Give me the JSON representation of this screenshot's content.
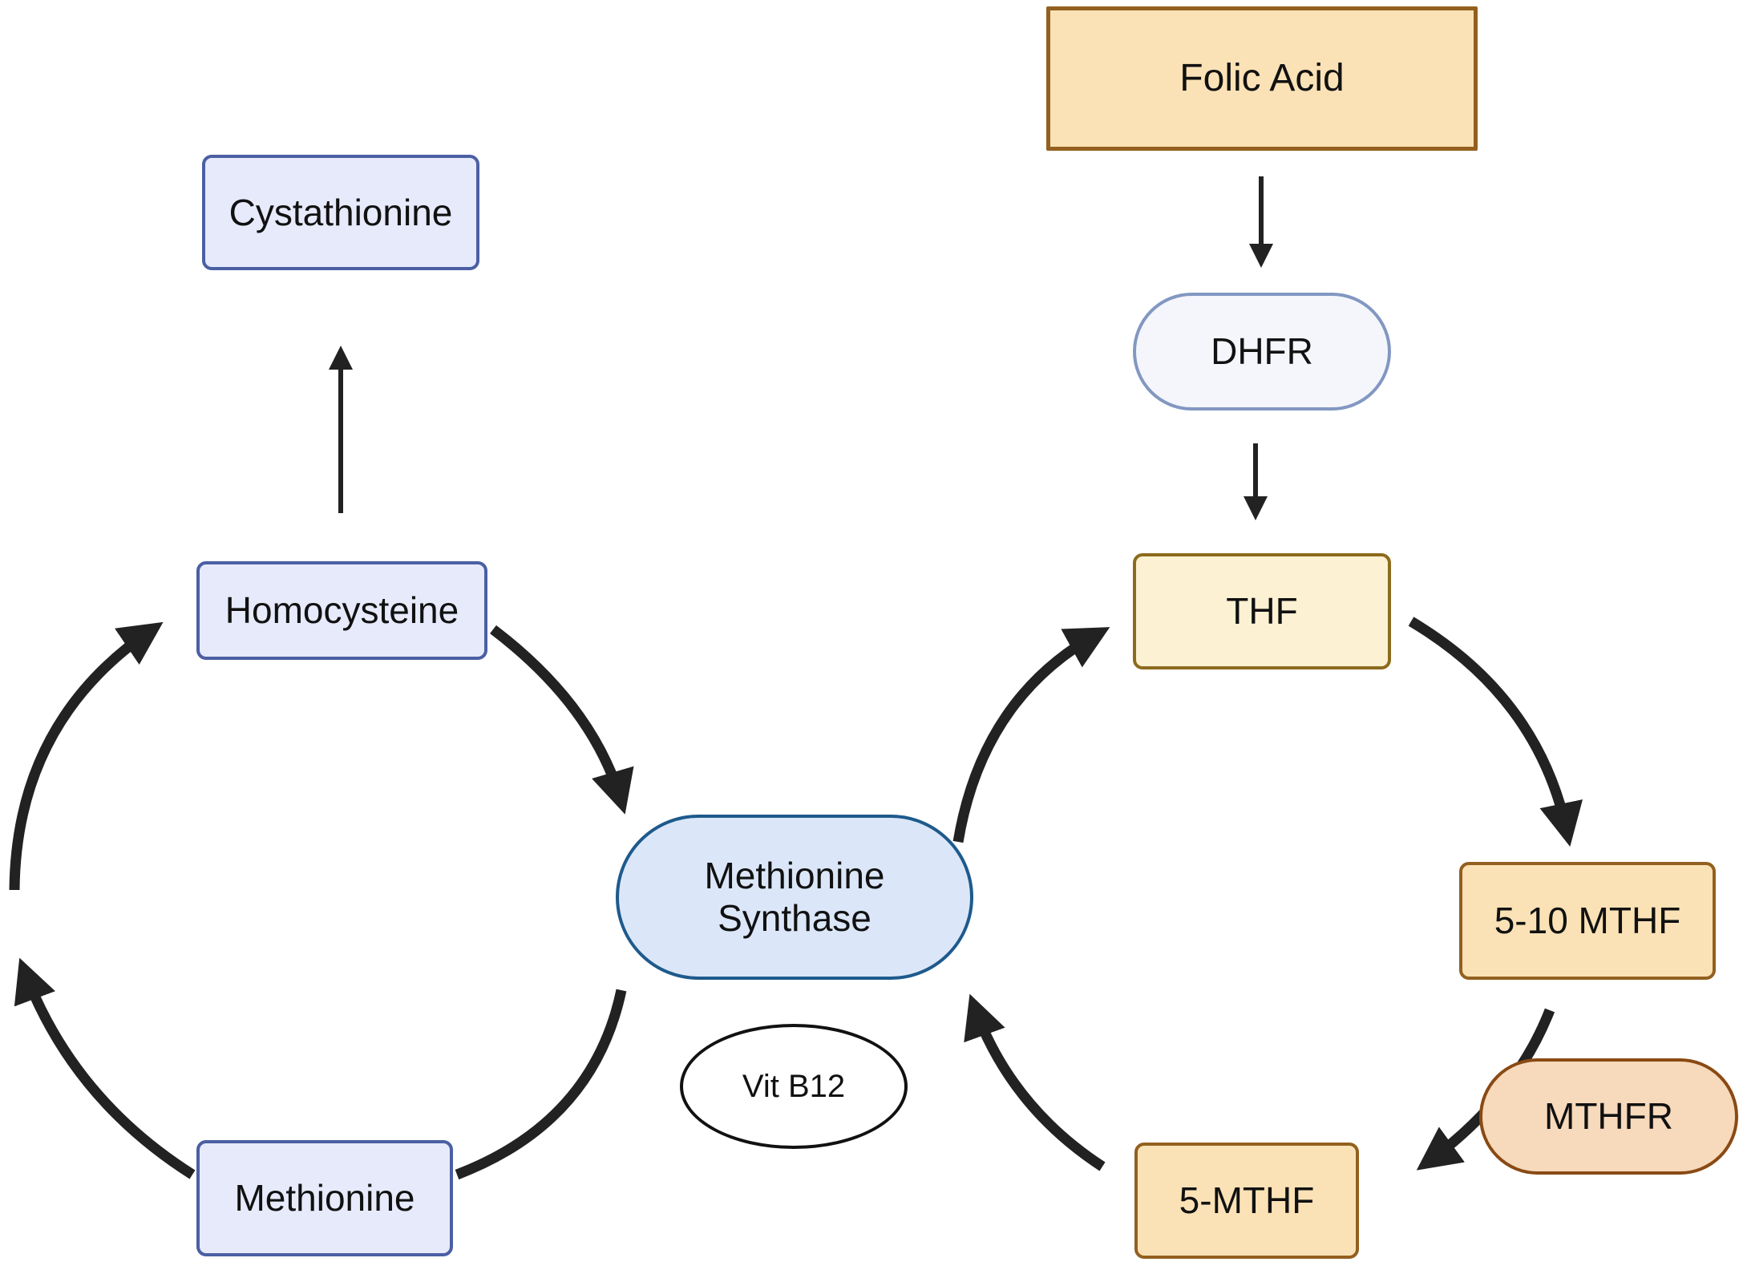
{
  "diagram": {
    "title": "Folate and methionine cycle",
    "nodes": {
      "folic_acid": "Folic Acid",
      "dhfr": "DHFR",
      "thf": "THF",
      "mthf_5_10": "5-10 MTHF",
      "mthfr": "MTHFR",
      "mthf_5": "5-MTHF",
      "methionine_synthase": "Methionine\nSynthase",
      "vit_b12": "Vit B12",
      "homocysteine": "Homocysteine",
      "cystathionine": "Cystathionine",
      "methionine": "Methionine"
    },
    "edges": [
      {
        "from": "Folic Acid",
        "to": "DHFR"
      },
      {
        "from": "DHFR",
        "to": "THF"
      },
      {
        "from": "THF",
        "to": "5-10 MTHF"
      },
      {
        "from": "5-10 MTHF",
        "to": "5-MTHF",
        "via": "MTHFR"
      },
      {
        "from": "5-MTHF",
        "to": "Methionine Synthase"
      },
      {
        "from": "Methionine Synthase",
        "to": "THF"
      },
      {
        "from": "Homocysteine",
        "to": "Methionine Synthase"
      },
      {
        "from": "Methionine Synthase",
        "to": "Methionine"
      },
      {
        "from": "Methionine",
        "to": "Homocysteine"
      },
      {
        "from": "Homocysteine",
        "to": "Cystathionine"
      }
    ],
    "colors": {
      "arrow": "#222222",
      "blue_box_fill": "#e6eafb",
      "blue_box_border": "#4b5fa3",
      "folate_fill": "#fbe2b6",
      "folate_border": "#93601f",
      "thf_fill": "#fdf1d3",
      "enzyme_ms_fill": "#dbe7f8",
      "enzyme_ms_border": "#1e5a8c",
      "mthfr_fill": "#f7d9bb",
      "dhfr_fill": "#f4f6fc"
    }
  }
}
